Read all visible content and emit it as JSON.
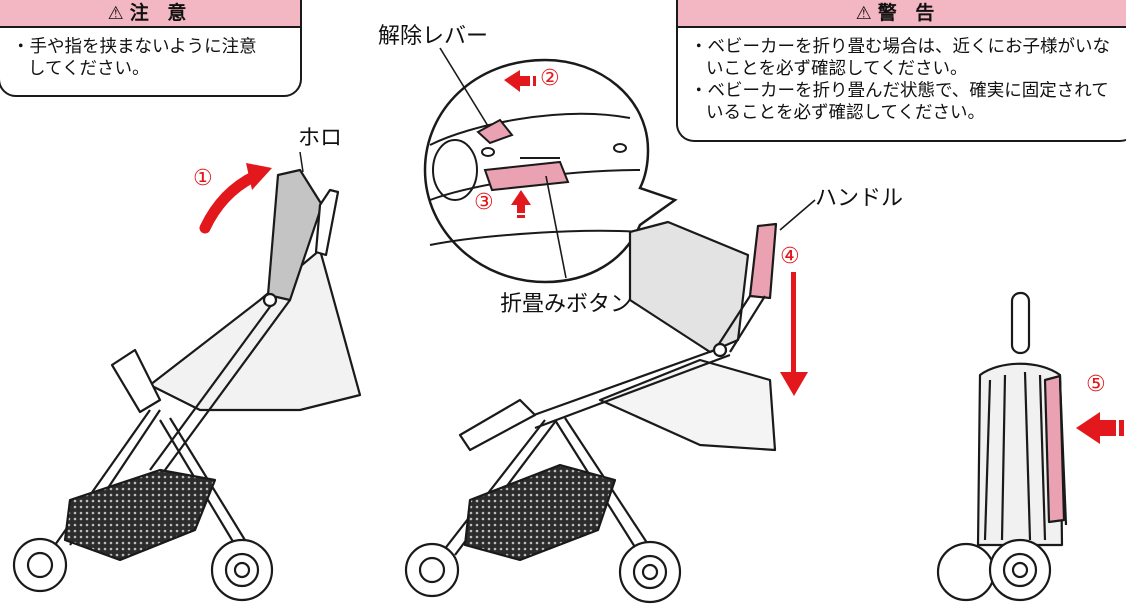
{
  "caution": {
    "title": "注 意",
    "warning_symbol": "⚠",
    "lines": [
      "・手や指を挟まないように注意",
      "してください。"
    ]
  },
  "warning": {
    "title": "警 告",
    "warning_symbol": "⚠",
    "lines": [
      "・ベビーカーを折り畳む場合は、近くにお子様がいな",
      "いことを必ず確認してください。",
      "・ベビーカーを折り畳んだ状態で、確実に固定されて",
      "いることを必ず確認してください。"
    ]
  },
  "labels": {
    "hood": "ホロ",
    "release_lever": "解除レバー",
    "fold_button": "折畳みボタン",
    "handle": "ハンドル"
  },
  "steps": [
    "①",
    "②",
    "③",
    "④",
    "⑤"
  ],
  "colors": {
    "accent_red": "#e2181c",
    "header_pink": "#f3b6c3",
    "part_pink": "#eaa2b3"
  }
}
